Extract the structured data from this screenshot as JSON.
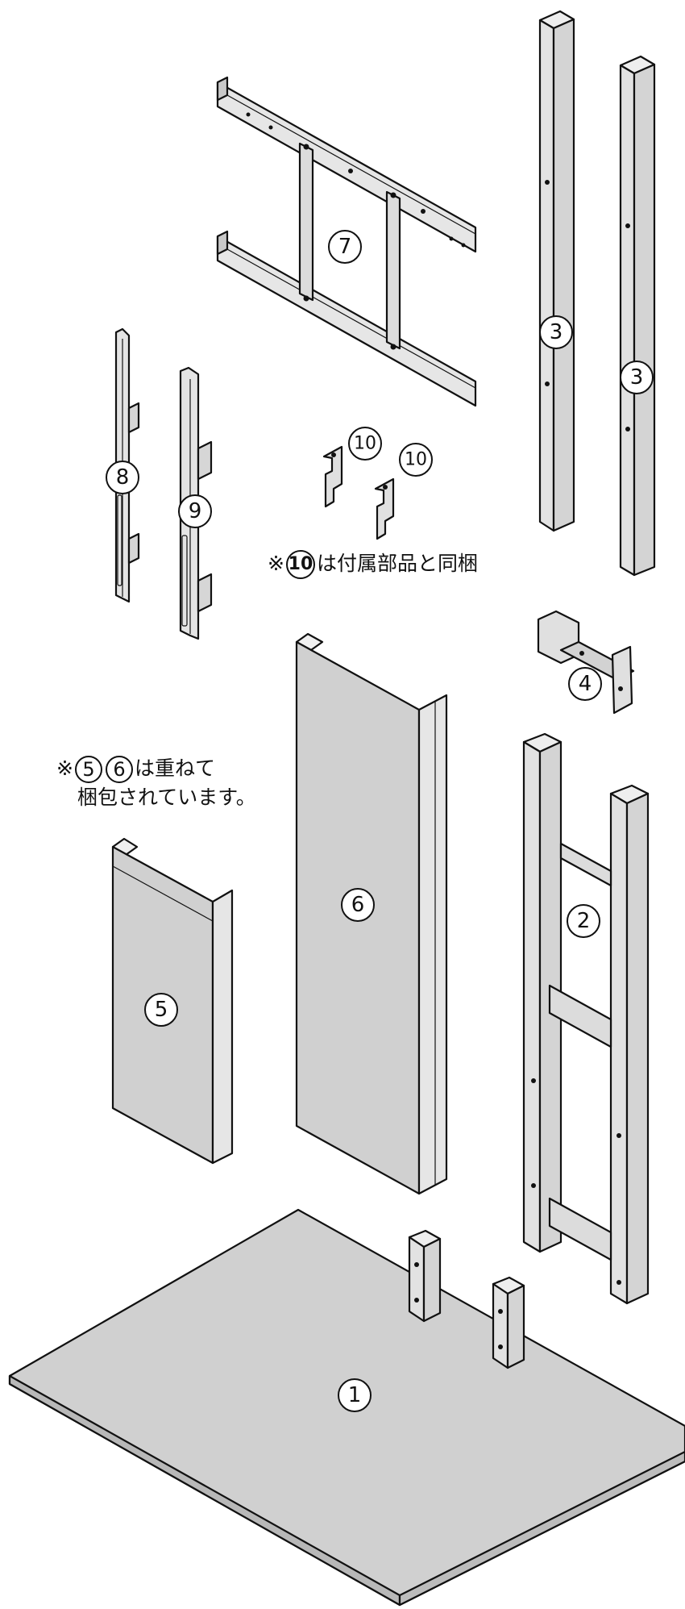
{
  "parts": [
    {
      "id": "part-1",
      "number": "1",
      "name": "base plate"
    },
    {
      "id": "part-2",
      "number": "2",
      "name": "lower column frame"
    },
    {
      "id": "part-3a",
      "number": "3",
      "name": "upper column post"
    },
    {
      "id": "part-3b",
      "number": "3",
      "name": "upper column post"
    },
    {
      "id": "part-4",
      "number": "4",
      "name": "connecting bracket"
    },
    {
      "id": "part-5",
      "number": "5",
      "name": "short cover panel"
    },
    {
      "id": "part-6",
      "number": "6",
      "name": "tall cover panel"
    },
    {
      "id": "part-7",
      "number": "7",
      "name": "mounting frame"
    },
    {
      "id": "part-8",
      "number": "8",
      "name": "left hanger bracket"
    },
    {
      "id": "part-9",
      "number": "9",
      "name": "right hanger bracket"
    },
    {
      "id": "part-10a",
      "number": "10",
      "name": "small hook"
    },
    {
      "id": "part-10b",
      "number": "10",
      "name": "small hook"
    }
  ],
  "notes": {
    "accessory": {
      "mark": "※",
      "ref": "10",
      "text": "は付属部品と同梱"
    },
    "packing": {
      "mark": "※",
      "ref1": "5",
      "ref2": "6",
      "text_line1": "は重ねて",
      "text_line2": "梱包されています。"
    }
  },
  "colors": {
    "panel_fill": "#d0d0d0",
    "metal_fill": "#e6e6e6",
    "line": "#111111",
    "background": "#ffffff"
  }
}
